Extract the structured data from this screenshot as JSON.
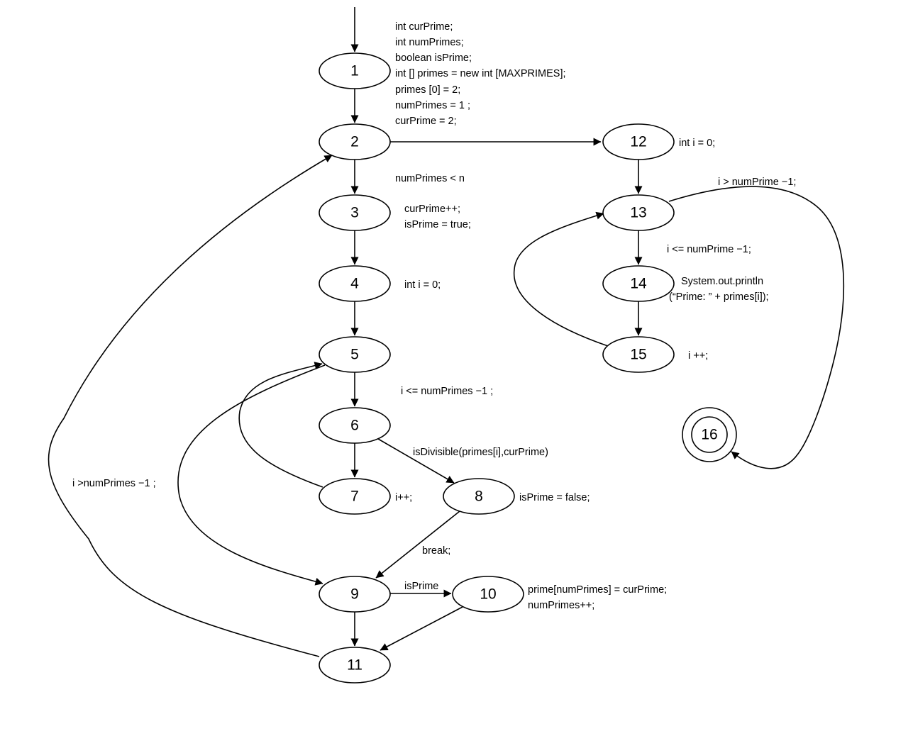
{
  "nodes": [
    {
      "id": "1",
      "label": "1"
    },
    {
      "id": "2",
      "label": "2"
    },
    {
      "id": "3",
      "label": "3"
    },
    {
      "id": "4",
      "label": "4"
    },
    {
      "id": "5",
      "label": "5"
    },
    {
      "id": "6",
      "label": "6"
    },
    {
      "id": "7",
      "label": "7"
    },
    {
      "id": "8",
      "label": "8"
    },
    {
      "id": "9",
      "label": "9"
    },
    {
      "id": "10",
      "label": "10"
    },
    {
      "id": "11",
      "label": "11"
    },
    {
      "id": "12",
      "label": "12"
    },
    {
      "id": "13",
      "label": "13"
    },
    {
      "id": "14",
      "label": "14"
    },
    {
      "id": "15",
      "label": "15"
    },
    {
      "id": "16",
      "label": "16",
      "final": true
    }
  ],
  "edges": [
    {
      "from": "entry",
      "to": "1"
    },
    {
      "from": "1",
      "to": "2"
    },
    {
      "from": "2",
      "to": "3",
      "label": "numPrimes < n"
    },
    {
      "from": "2",
      "to": "12"
    },
    {
      "from": "3",
      "to": "4"
    },
    {
      "from": "4",
      "to": "5"
    },
    {
      "from": "5",
      "to": "6",
      "label": "i <= numPrimes −1 ;"
    },
    {
      "from": "6",
      "to": "7"
    },
    {
      "from": "6",
      "to": "8",
      "label": "isDivisible(primes[i],curPrime)"
    },
    {
      "from": "7",
      "to": "5"
    },
    {
      "from": "8",
      "to": "9",
      "label": "break;"
    },
    {
      "from": "5",
      "to": "9"
    },
    {
      "from": "9",
      "to": "10",
      "label": "isPrime"
    },
    {
      "from": "9",
      "to": "11"
    },
    {
      "from": "10",
      "to": "11"
    },
    {
      "from": "11",
      "to": "2",
      "label": "i >numPrimes −1 ;"
    },
    {
      "from": "12",
      "to": "13"
    },
    {
      "from": "13",
      "to": "14",
      "label": "i <= numPrime −1;"
    },
    {
      "from": "14",
      "to": "15"
    },
    {
      "from": "15",
      "to": "13"
    },
    {
      "from": "13",
      "to": "16",
      "label": "i > numPrime −1;"
    }
  ],
  "code": {
    "n1": [
      "int curPrime;",
      "int numPrimes;",
      "boolean isPrime;",
      "int [] primes = new int [MAXPRIMES];",
      "primes [0] = 2;",
      "numPrimes = 1 ;",
      "curPrime = 2;"
    ],
    "n3": [
      "curPrime++;",
      "isPrime = true;"
    ],
    "n4": [
      "int i = 0;"
    ],
    "n7": [
      "i++;"
    ],
    "n8": [
      "isPrime = false;"
    ],
    "n10": [
      "prime[numPrimes] = curPrime;",
      "numPrimes++;"
    ],
    "n12": [
      "int i = 0;"
    ],
    "n14": [
      "System.out.println",
      "(“Prime: ” + primes[i]);"
    ],
    "n15": [
      "i ++;"
    ]
  }
}
